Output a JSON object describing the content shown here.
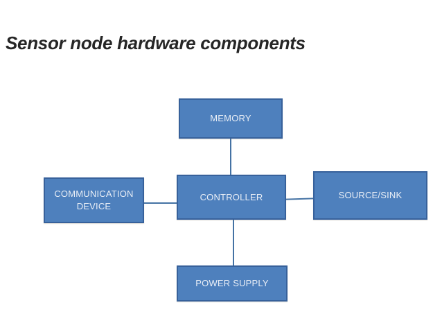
{
  "slide": {
    "title": "Sensor node hardware components"
  },
  "colors": {
    "background": "#ffffff",
    "title_text": "#262626",
    "box_fill": "#4e80bd",
    "box_border": "#37619b",
    "box_text": "#e9eef6",
    "connector": "#4472a4"
  },
  "diagram": {
    "type": "block-diagram",
    "nodes": [
      {
        "id": "memory",
        "label": "MEMORY"
      },
      {
        "id": "communication-device",
        "label": "COMMUNICATION DEVICE"
      },
      {
        "id": "controller",
        "label": "CONTROLLER"
      },
      {
        "id": "source-sink",
        "label": "SOURCE/SINK"
      },
      {
        "id": "power-supply",
        "label": "POWER SUPPLY"
      }
    ],
    "edges": [
      {
        "from": "memory",
        "to": "controller"
      },
      {
        "from": "communication-device",
        "to": "controller"
      },
      {
        "from": "controller",
        "to": "source-sink"
      },
      {
        "from": "controller",
        "to": "power-supply"
      }
    ]
  }
}
